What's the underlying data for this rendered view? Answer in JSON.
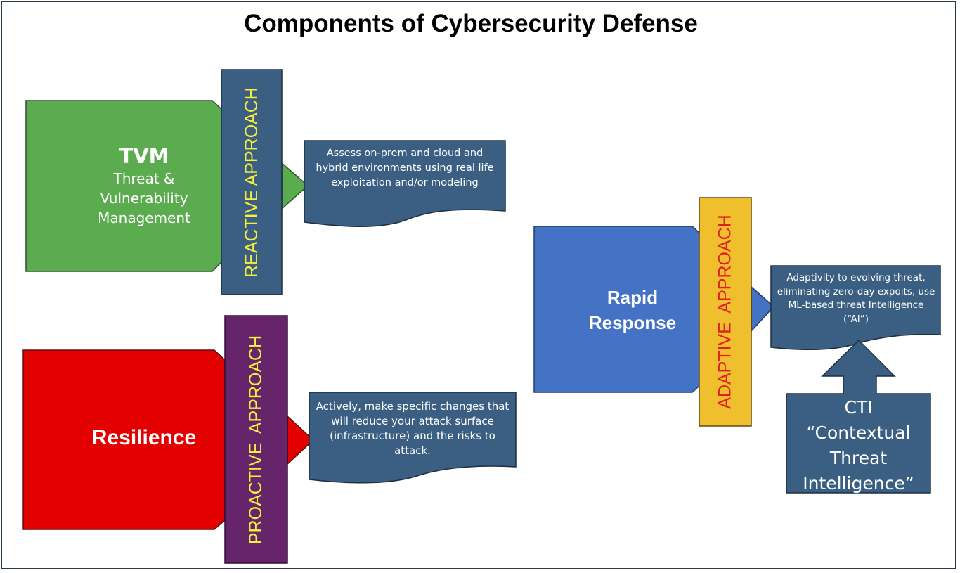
{
  "title": "Components of Cybersecurity Defense",
  "colors": {
    "tvm": "#5aac4f",
    "reactive_bar": "#3a5f82",
    "resilience": "#e20000",
    "proactive_bar": "#66256b",
    "rapid": "#4472c4",
    "adaptive_bar": "#f0bf2e",
    "desc_box": "#3a5f82",
    "bar_text_yellow": "#f5f03a",
    "bar_text_red": "#e02020"
  },
  "components": [
    {
      "id": "tvm",
      "heading": "TVM",
      "subtitle_lines": [
        "Threat &",
        "Vulnerability",
        "Management"
      ],
      "approach": "REACTIVE APPROACH",
      "description": "Assess on-prem and cloud and hybrid environments using real life exploitation and/or modeling"
    },
    {
      "id": "resilience",
      "heading": "Resilience",
      "approach": "PROACTIVE  APPROACH",
      "description": "Actively, make specific changes that will reduce your attack surface (infrastructure) and the risks to attack."
    },
    {
      "id": "rapid-response",
      "heading_lines": [
        "Rapid",
        "Response"
      ],
      "approach": "ADAPTIVE  APPROACH",
      "description": "Adaptivity  to evolving threat, eliminating zero-day expoits, use ML-based threat Intelligence (“AI”)"
    }
  ],
  "cti": {
    "lines": [
      "CTI",
      "“Contextual",
      "Threat",
      "Intelligence”"
    ]
  }
}
